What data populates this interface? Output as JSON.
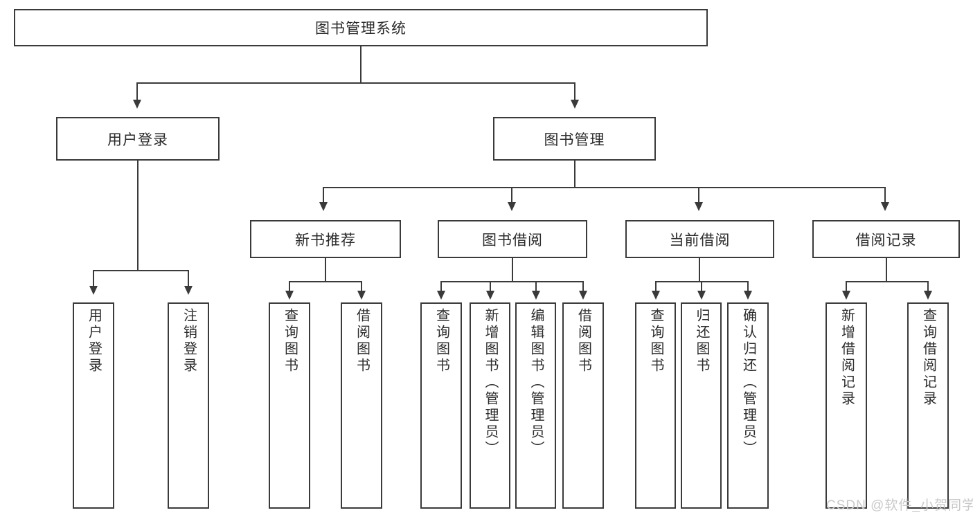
{
  "diagram": {
    "title": "图书管理系统",
    "type": "tree-hierarchy-chart",
    "root": {
      "label": "图书管理系统"
    },
    "level2": [
      {
        "label": "用户登录"
      },
      {
        "label": "图书管理"
      }
    ],
    "level3": [
      {
        "label": "新书推荐"
      },
      {
        "label": "图书借阅"
      },
      {
        "label": "当前借阅"
      },
      {
        "label": "借阅记录"
      }
    ],
    "leaves": {
      "user_login": [
        {
          "label": "用户登录"
        },
        {
          "label": "注销登录"
        }
      ],
      "new_book_recommend": [
        {
          "label": "查询图书"
        },
        {
          "label": "借阅图书"
        }
      ],
      "book_borrow": [
        {
          "label": "查询图书"
        },
        {
          "label": "新增图书（管理员）"
        },
        {
          "label": "编辑图书（管理员）"
        },
        {
          "label": "借阅图书"
        }
      ],
      "current_borrow": [
        {
          "label": "查询图书"
        },
        {
          "label": "归还图书"
        },
        {
          "label": "确认归还（管理员）"
        }
      ],
      "borrow_record": [
        {
          "label": "新增借阅记录"
        },
        {
          "label": "查询借阅记录"
        }
      ]
    }
  },
  "watermark": {
    "text": "CSDN @软件_小贺同学"
  },
  "colors": {
    "border": "#3a3a3a",
    "background": "#ffffff",
    "text": "#2b2b2b",
    "watermark": "#c9c9c9"
  }
}
